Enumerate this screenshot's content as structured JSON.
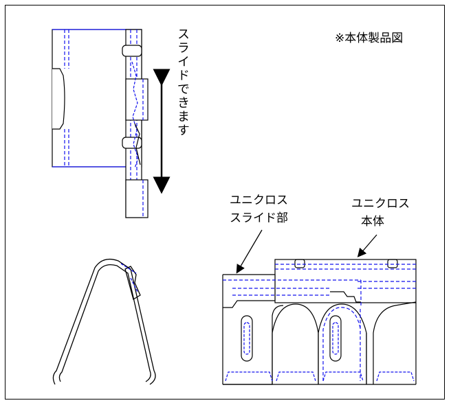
{
  "note": "※本体製品図",
  "slide_text": "スライドできます",
  "label_slide": {
    "line1": "ユニクロス",
    "line2": "スライド部"
  },
  "label_body": {
    "line1": "ユニクロス",
    "line2": "本体"
  },
  "colors": {
    "line": "#000000",
    "hidden": "#1010ee",
    "frame": "#000000"
  }
}
